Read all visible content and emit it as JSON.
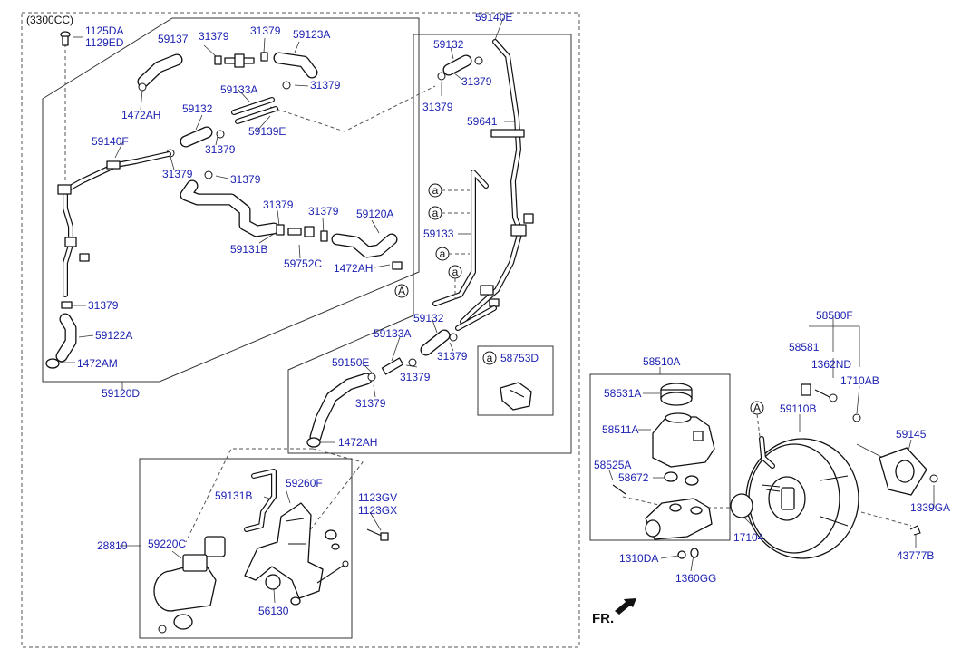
{
  "diagram": {
    "variant": "(3300CC)",
    "labels": {
      "l1125DA": "1125DA",
      "l1129ED": "1129ED",
      "l59137": "59137",
      "l31379_a": "31379",
      "l31379_b": "31379",
      "l59123A": "59123A",
      "l59133A_a": "59133A",
      "l31379_c": "31379",
      "l1472AH_a": "1472AH",
      "l59132_a": "59132",
      "l59140F": "59140F",
      "l31379_d": "31379",
      "l59139E": "59139E",
      "l31379_e": "31379",
      "l31379_f": "31379",
      "l31379_g": "31379",
      "l31379_h": "31379",
      "l59120A": "59120A",
      "l59131B_a": "59131B",
      "l59752C": "59752C",
      "l1472AH_b": "1472AH",
      "l31379_i": "31379",
      "l59122A": "59122A",
      "l1472AM": "1472AM",
      "l59120D": "59120D",
      "l59140E": "59140E",
      "l59132_b": "59132",
      "l31379_j": "31379",
      "l31379_k": "31379",
      "l59641": "59641",
      "l59133_b": "59133",
      "l59132_c": "59132",
      "l59133A_b": "59133A",
      "l59150E": "59150E",
      "l31379_l": "31379",
      "l31379_m": "31379",
      "l31379_n": "31379",
      "l58753D": "58753D",
      "l1472AH_c": "1472AH",
      "l59131B_b": "59131B",
      "l59260F": "59260F",
      "l1123GV": "1123GV",
      "l1123GX": "1123GX",
      "l28810": "28810",
      "l59220C": "59220C",
      "l56130": "56130",
      "l58510A": "58510A",
      "l58531A": "58531A",
      "l58511A": "58511A",
      "l58525A": "58525A",
      "l58672": "58672",
      "l1310DA": "1310DA",
      "l1360GG": "1360GG",
      "l58580F": "58580F",
      "l58581": "58581",
      "l1362ND": "1362ND",
      "l1710AB": "1710AB",
      "l59110B": "59110B",
      "l59145": "59145",
      "l1339GA": "1339GA",
      "l43777B": "43777B",
      "l17104": "17104"
    },
    "callouts": {
      "A": "A",
      "a": "a"
    },
    "orientation": "FR."
  }
}
